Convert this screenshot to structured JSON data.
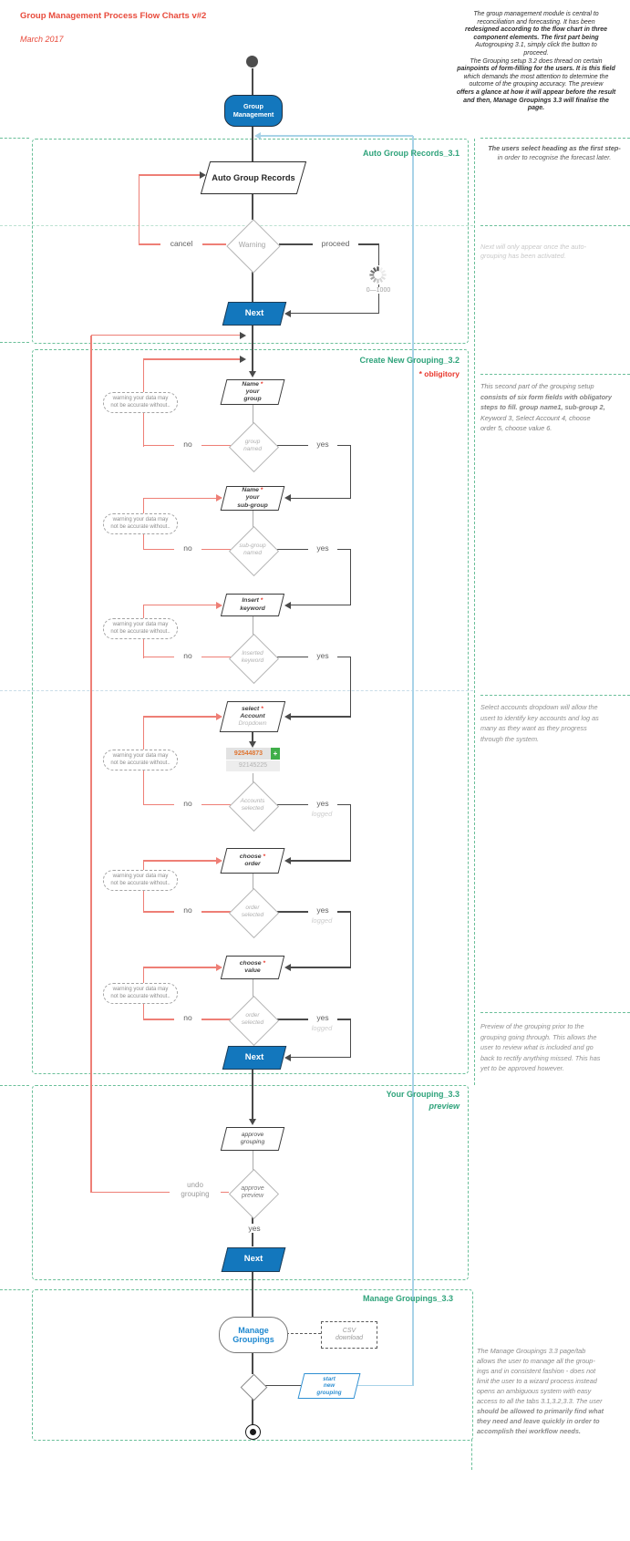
{
  "header": {
    "title": "Group Management Process Flow Charts v#2",
    "date": "March 2017"
  },
  "intro": [
    [
      "The group management module is central to",
      0
    ],
    [
      "reconciliation and forecasting.  It has been",
      0
    ],
    [
      "redesigned according to the flow chart in three",
      1
    ],
    [
      "component elements.  The first part being",
      1
    ],
    [
      "Autogrouping 3.1, simply click the button to",
      0
    ],
    [
      "proceed.",
      0
    ],
    [
      "The Grouping setup 3.2 does thread on certain",
      0
    ],
    [
      "painpoints of form-filling for the users.  It is this field",
      1
    ],
    [
      "which demands the most attention to determine the",
      0
    ],
    [
      "outcome of the grouping accuracy. The preview",
      0
    ],
    [
      "offers a glance at how it will appear before the result",
      1
    ],
    [
      "and then, Manage Groupings 3.3 will finalise the",
      1
    ],
    [
      "page.",
      1
    ]
  ],
  "sections": {
    "s1": "Auto Group Records_3.1",
    "s2": "Create New Grouping_3.2",
    "obligatory": "* obligitory",
    "s3": "Your Grouping_3.3",
    "s3sub": "preview",
    "s4": "Manage Groupings_3.3"
  },
  "flow": {
    "group_management": [
      "Group",
      "Management"
    ],
    "auto_group_records": "Auto Group Records",
    "warning": "Warning",
    "cancel": "cancel",
    "proceed": "proceed",
    "range": "0—1000",
    "next": "Next"
  },
  "fields": [
    {
      "l1": "Name",
      "l2": "your",
      "l3": "group",
      "star": "*",
      "d1": "group",
      "d2": "named",
      "no": "no",
      "yes": "yes",
      "logged": ""
    },
    {
      "l1": "Name",
      "l2": "your",
      "l3": "sub-group",
      "star": "*",
      "d1": "sub-group",
      "d2": "named",
      "no": "no",
      "yes": "yes",
      "logged": ""
    },
    {
      "l1": "Insert",
      "l2": "keyword",
      "l3": "",
      "star": "*",
      "d1": "Inserted",
      "d2": "keyword",
      "no": "no",
      "yes": "yes",
      "logged": ""
    },
    {
      "l1": "select",
      "l2": "Account",
      "l3": "Dropdown",
      "star": "*",
      "d1": "Accounts",
      "d2": "selected",
      "no": "no",
      "yes": "yes",
      "logged": "logged"
    },
    {
      "l1": "choose",
      "l2": "order",
      "l3": "",
      "star": "*",
      "d1": "order",
      "d2": "selected",
      "no": "no",
      "yes": "yes",
      "logged": "logged"
    },
    {
      "l1": "choose",
      "l2": "value",
      "l3": "",
      "star": "*",
      "d1": "order",
      "d2": "selected",
      "no": "no",
      "yes": "yes",
      "logged": "logged"
    }
  ],
  "bubble": [
    "warning your data may",
    "not be accurate without.."
  ],
  "dropdown": {
    "selected": "92544873",
    "add": "+",
    "option": "92145225"
  },
  "preview": {
    "approve": [
      "approve",
      "grouping"
    ],
    "decision": [
      "approve",
      "preview"
    ],
    "undo": [
      "undo",
      "grouping"
    ],
    "yes": "yes"
  },
  "manage": {
    "node": [
      "Manage",
      "Groupings"
    ],
    "csv": [
      "CSV",
      "download"
    ],
    "start": [
      "start",
      "new",
      "grouping"
    ]
  },
  "notes": {
    "n1": [
      [
        "The users select heading as the first step-",
        1
      ],
      [
        "in order to recognise the forecast later.",
        0
      ]
    ],
    "n2": [
      [
        "Next will only appear once the auto-",
        0
      ],
      [
        "grouping has been activated.",
        0
      ]
    ],
    "n3": [
      [
        "This second  part of the  grouping setup",
        0
      ],
      [
        "consists of six form fields with obligatory",
        1
      ],
      [
        "steps to fill.  group name1, sub-group 2,",
        1
      ],
      [
        "Keyword 3,  Select Account 4,  choose",
        0
      ],
      [
        "order 5, choose value 6.",
        0
      ]
    ],
    "n4": [
      [
        "Select accounts dropdown will allow the",
        0
      ],
      [
        "usert to identify key accounts and log as",
        0
      ],
      [
        "many as they want as they progress",
        0
      ],
      [
        "through the system.",
        0
      ]
    ],
    "n5": [
      [
        "Preview of the grouping prior to the",
        0
      ],
      [
        "grouping going through.  This allows the",
        0
      ],
      [
        "user to review what is included and go",
        0
      ],
      [
        "back to rectify anything missed. This has",
        0
      ],
      [
        "yet to be approved however.",
        0
      ]
    ],
    "n6": [
      [
        "The Manage Groupings  3.3 page/tab",
        0
      ],
      [
        "allows the user to manage all the group-",
        0
      ],
      [
        "ings and in consistent fashion - does not",
        0
      ],
      [
        "limit the user to a wizard process instead",
        0
      ],
      [
        "opens an ambiguous system with easy",
        0
      ],
      [
        "access to all the tabs 3.1,3.2,3.3.  The user",
        0
      ],
      [
        "should be allowed to primarily find what",
        1
      ],
      [
        "they need and  leave quickly in order to",
        1
      ],
      [
        "accomplish thei workflow needs.",
        1
      ]
    ]
  }
}
